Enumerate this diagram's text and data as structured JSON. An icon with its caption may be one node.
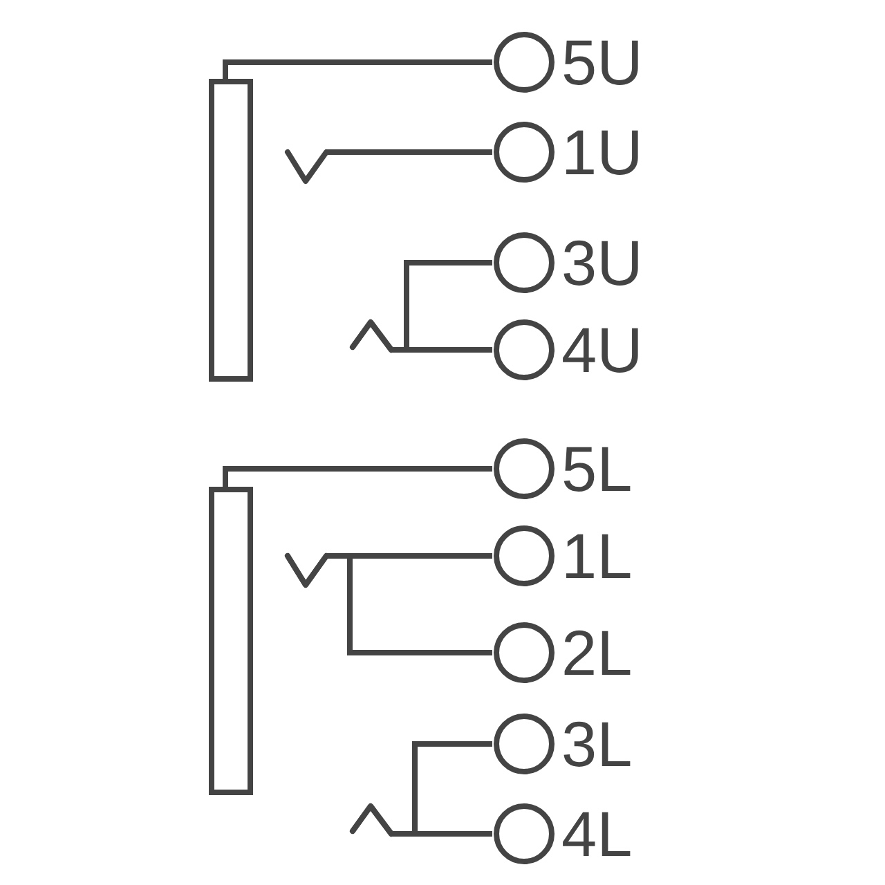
{
  "diagram": {
    "nodes": [
      {
        "text": [],
        "shape": "bar"
      },
      {
        "text": [
          "5U"
        ]
      },
      {
        "text": [
          "1U"
        ]
      },
      {
        "text": [
          "3U"
        ]
      },
      {
        "text": [
          "4U"
        ]
      },
      {
        "text": [],
        "shape": "bar"
      },
      {
        "text": [
          "5L"
        ]
      },
      {
        "text": [
          "1L"
        ]
      },
      {
        "text": [
          "2L"
        ]
      },
      {
        "text": [
          "3L"
        ]
      },
      {
        "text": [
          "4L"
        ]
      }
    ],
    "edges": [
      {
        "from": 0,
        "to": 1,
        "arrow": "none"
      },
      {
        "from": null,
        "to": 2,
        "arrow": "other"
      },
      {
        "from": null,
        "to": 3,
        "arrow": "other"
      },
      {
        "from": null,
        "to": 4,
        "arrow": "other"
      },
      {
        "from": 5,
        "to": 6,
        "arrow": "none"
      },
      {
        "from": null,
        "to": 7,
        "arrow": "other"
      },
      {
        "from": null,
        "to": 8,
        "arrow": "other"
      },
      {
        "from": null,
        "to": 9,
        "arrow": "other"
      },
      {
        "from": null,
        "to": 10,
        "arrow": "other"
      }
    ]
  }
}
